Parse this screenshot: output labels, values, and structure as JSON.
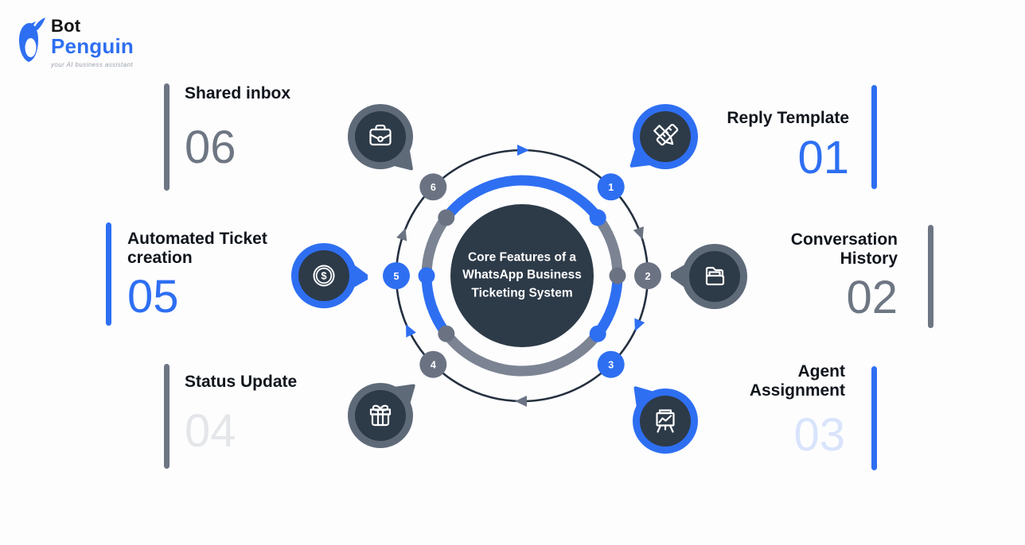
{
  "logo": {
    "bot": "Bot",
    "penguin": "Penguin",
    "tagline": "your AI business assistant",
    "icon": "penguin-icon"
  },
  "center": {
    "title": "Core Features of a WhatsApp Business Ticketing System"
  },
  "features": [
    {
      "number": "01",
      "label": "Reply Template",
      "side": "right",
      "accent": "blue",
      "number_tone": "solid",
      "icon": "ruler-pencil-icon"
    },
    {
      "number": "02",
      "label": "Conversation History",
      "side": "right",
      "accent": "gray",
      "number_tone": "solid",
      "icon": "folder-icon"
    },
    {
      "number": "03",
      "label": "Agent Assignment",
      "side": "right",
      "accent": "blue",
      "number_tone": "pale",
      "icon": "presentation-chart-icon"
    },
    {
      "number": "04",
      "label": "Status Update",
      "side": "left",
      "accent": "gray",
      "number_tone": "pale",
      "icon": "gift-icon"
    },
    {
      "number": "05",
      "label": "Automated Ticket creation",
      "side": "left",
      "accent": "blue",
      "number_tone": "solid",
      "icon": "dollar-coin-icon"
    },
    {
      "number": "06",
      "label": "Shared inbox",
      "side": "left",
      "accent": "gray",
      "number_tone": "solid",
      "icon": "briefcase-icon"
    }
  ],
  "ring": {
    "nodes": [
      "1",
      "2",
      "3",
      "4",
      "5",
      "6"
    ],
    "direction": "clockwise"
  },
  "icons": {
    "dollar_glyph": "$"
  },
  "colors": {
    "accent_blue": "#2e6ff2",
    "slate_gray": "#6e7683",
    "ring_gray": "#7c8493",
    "dark_navy": "#2d3a48",
    "pale_blue": "#d9e4fc",
    "pale_gray": "#e4e6e9",
    "label_ink": "#10151c"
  }
}
